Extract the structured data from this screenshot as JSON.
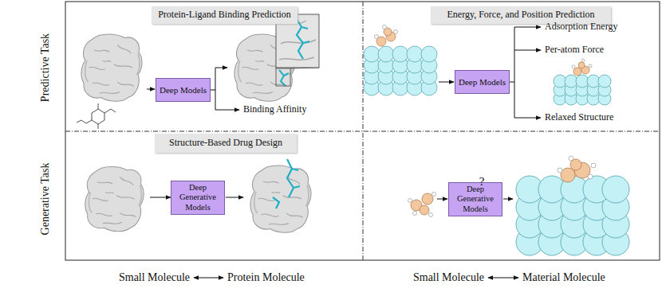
{
  "diagram": {
    "nodes": [
      {
        "text": [
          "Protein-Ligand Binding Prediction"
        ]
      },
      {
        "text": [
          "Energy, Force, and Position Prediction"
        ]
      },
      {
        "text": [
          "Deep Models"
        ]
      },
      {
        "text": [
          "Deep Models"
        ]
      },
      {
        "text": [
          "Structure-Based Drug Design"
        ]
      },
      {
        "text": [
          "Deep Generative Models"
        ]
      },
      {
        "text": [
          "Deep Generative Models"
        ]
      }
    ],
    "labels": [
      "Predictive Task",
      "Generative Task",
      "Binding Affinity",
      "Adsorption Energy",
      "Per-atom Force",
      "Relaxed Structure",
      "?",
      "Small Molecule",
      "Protein Molecule",
      "Small Molecule",
      "Material Molecule"
    ]
  }
}
